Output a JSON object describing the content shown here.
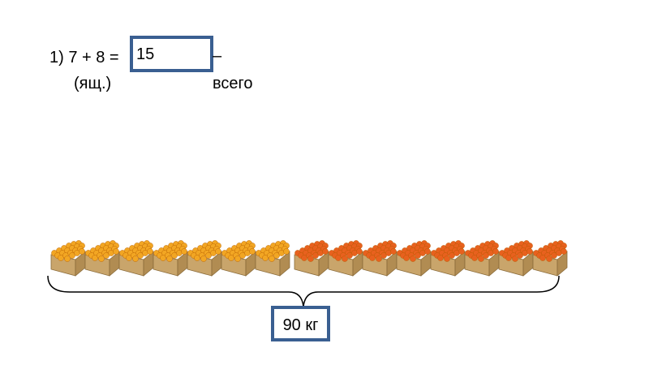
{
  "equation": {
    "left": "1) 7 + 8 =",
    "answer": "15",
    "unit": "(ящ.)",
    "dash": "–",
    "total_label": "всего"
  },
  "crates": {
    "yellow_count": 7,
    "orange_count": 8,
    "yellow_color": "#f2a623",
    "orange_color": "#e8611e",
    "box_color": "#c9a56b"
  },
  "total_weight": "90 кг",
  "colors": {
    "box_border": "#3a5f91"
  }
}
